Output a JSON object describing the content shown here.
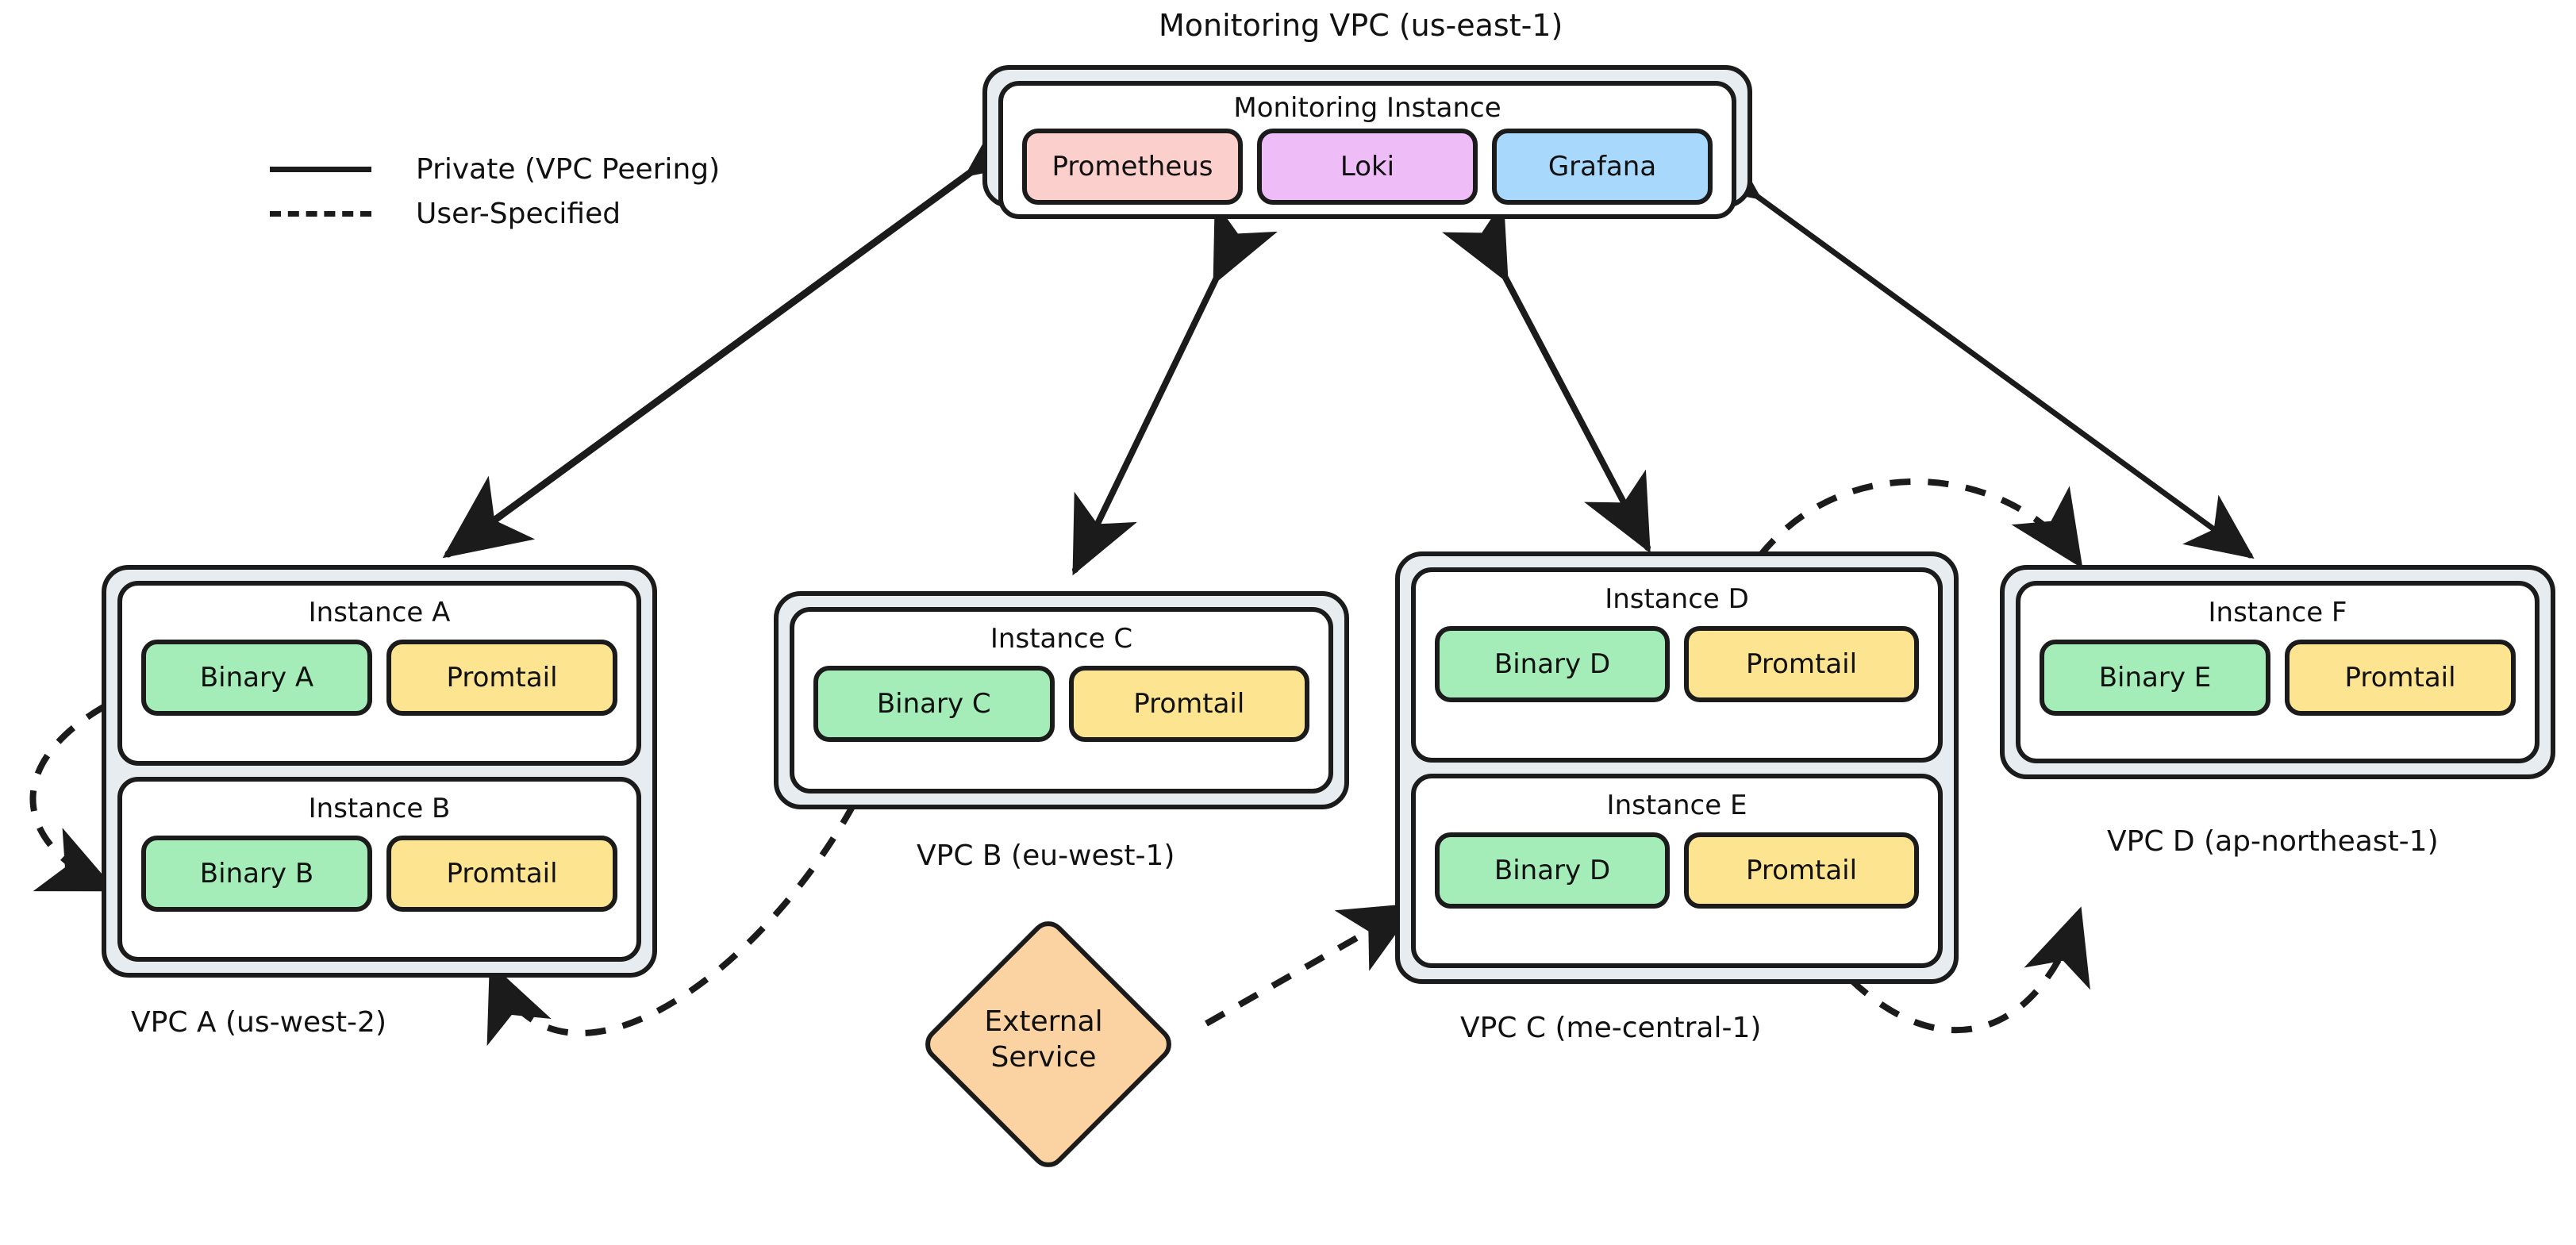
{
  "diagram": {
    "title_top": "Monitoring VPC (us-east-1)",
    "legend": [
      {
        "style": "solid",
        "label": "Private (VPC Peering)"
      },
      {
        "style": "dashed",
        "label": "User-Specified"
      }
    ],
    "monitoring": {
      "vpc_label": "Monitoring VPC (us-east-1)",
      "instance_title": "Monitoring Instance",
      "processes": [
        {
          "label": "Prometheus",
          "color": "#fbcfcb"
        },
        {
          "label": "Loki",
          "color": "#eebdf7"
        },
        {
          "label": "Grafana",
          "color": "#a8d8fb"
        }
      ]
    },
    "vpcs": [
      {
        "id": "vpc-a",
        "label": "VPC A (us-west-2)",
        "instances": [
          {
            "title": "Instance A",
            "processes": [
              {
                "label": "Binary A",
                "color": "#a5edb8"
              },
              {
                "label": "Promtail",
                "color": "#fce490"
              }
            ]
          },
          {
            "title": "Instance B",
            "processes": [
              {
                "label": "Binary B",
                "color": "#a5edb8"
              },
              {
                "label": "Promtail",
                "color": "#fce490"
              }
            ]
          }
        ]
      },
      {
        "id": "vpc-b",
        "label": "VPC B (eu-west-1)",
        "instances": [
          {
            "title": "Instance C",
            "processes": [
              {
                "label": "Binary C",
                "color": "#a5edb8"
              },
              {
                "label": "Promtail",
                "color": "#fce490"
              }
            ]
          }
        ]
      },
      {
        "id": "vpc-c",
        "label": "VPC C (me-central-1)",
        "instances": [
          {
            "title": "Instance D",
            "processes": [
              {
                "label": "Binary D",
                "color": "#a5edb8"
              },
              {
                "label": "Promtail",
                "color": "#fce490"
              }
            ]
          },
          {
            "title": "Instance E",
            "processes": [
              {
                "label": "Binary D",
                "color": "#a5edb8"
              },
              {
                "label": "Promtail",
                "color": "#fce490"
              }
            ]
          }
        ]
      },
      {
        "id": "vpc-d",
        "label": "VPC D (ap-northeast-1)",
        "instances": [
          {
            "title": "Instance F",
            "processes": [
              {
                "label": "Binary E",
                "color": "#a5edb8"
              },
              {
                "label": "Promtail",
                "color": "#fce490"
              }
            ]
          }
        ]
      }
    ],
    "external": {
      "line1": "External",
      "line2": "Service"
    },
    "colors": {
      "shell": "#e7ecf0",
      "stroke": "#1b1b1b",
      "green": "#a5edb8",
      "yellow": "#fce490",
      "pink": "#fbcfcb",
      "violet": "#eebdf7",
      "blue": "#a8d8fb",
      "orange": "#fbd2a1"
    },
    "edges": [
      {
        "from": "monitoring",
        "to": "vpc-a",
        "style": "solid",
        "arrows": "both"
      },
      {
        "from": "monitoring",
        "to": "vpc-b",
        "style": "solid",
        "arrows": "both"
      },
      {
        "from": "monitoring",
        "to": "vpc-c",
        "style": "solid",
        "arrows": "both"
      },
      {
        "from": "monitoring",
        "to": "vpc-d",
        "style": "solid",
        "arrows": "both"
      },
      {
        "from": "instance-a",
        "to": "instance-b",
        "style": "dashed",
        "arrows": "both"
      },
      {
        "from": "vpc-a",
        "to": "vpc-b",
        "style": "dashed",
        "arrows": "both"
      },
      {
        "from": "external",
        "to": "vpc-c",
        "style": "dashed",
        "arrows": "to"
      },
      {
        "from": "vpc-c",
        "to": "vpc-d",
        "style": "dashed",
        "arrows": "both"
      },
      {
        "from": "vpc-c",
        "to": "vpc-d",
        "style": "dashed",
        "arrows": "both"
      }
    ]
  }
}
